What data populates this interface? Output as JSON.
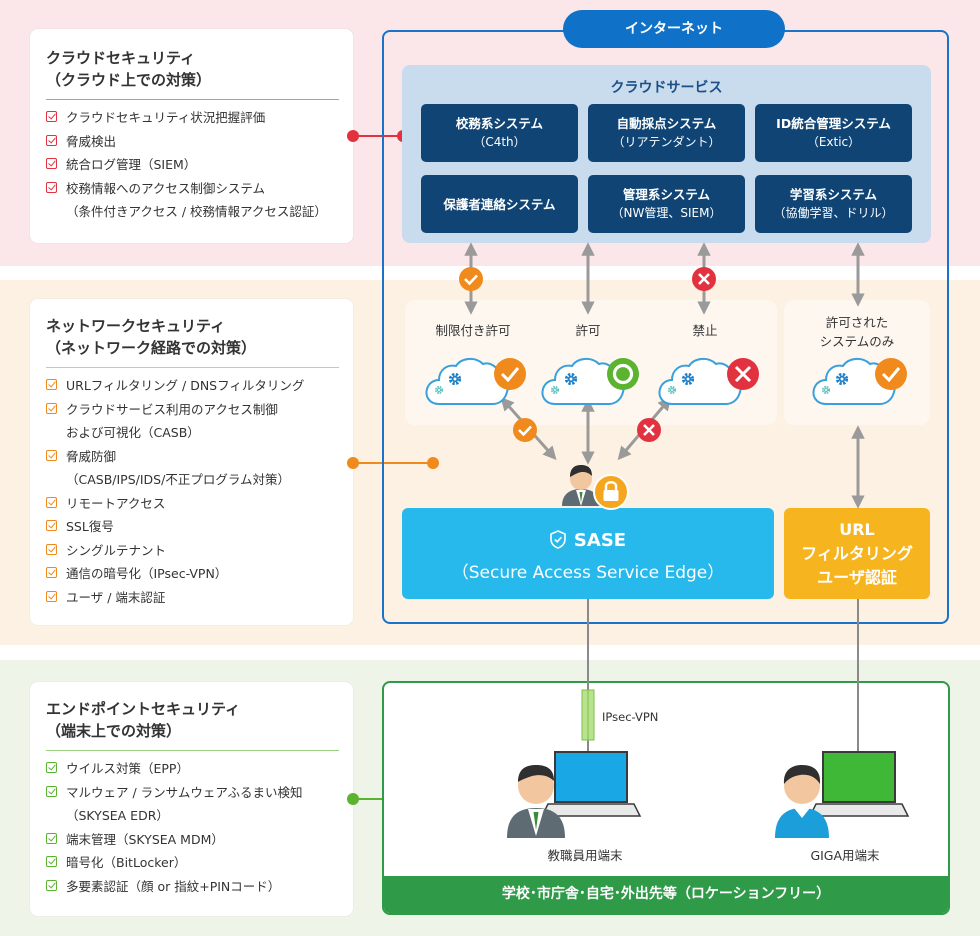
{
  "colors": {
    "red": "#e2323f",
    "orange": "#f08a1c",
    "green": "#5bb330",
    "blue": "#0f72c8",
    "navy": "#0f4475",
    "cyan": "#27b8ec",
    "yellow": "#f6b41f"
  },
  "cards": {
    "cloud": {
      "title1": "クラウドセキュリティ",
      "title2": "（クラウド上での対策）",
      "items": [
        "クラウドセキュリティ状況把握評価",
        "脅威検出",
        "統合ログ管理（SIEM）",
        "校務情報へのアクセス制御システム"
      ],
      "item4_cont": "（条件付きアクセス / 校務情報アクセス認証）"
    },
    "network": {
      "title1": "ネットワークセキュリティ",
      "title2": "（ネットワーク経路での対策）",
      "items": [
        "URLフィルタリング / DNSフィルタリング",
        "クラウドサービス利用のアクセス制御",
        "脅威防御",
        "リモートアクセス",
        "SSL復号",
        "シングルテナント",
        "通信の暗号化（IPsec-VPN）",
        "ユーザ / 端末認証"
      ],
      "item2_cont": "および可視化（CASB）",
      "item3_cont": "（CASB/IPS/IDS/不正プログラム対策）"
    },
    "endpoint": {
      "title1": "エンドポイントセキュリティ",
      "title2": "（端末上での対策）",
      "items": [
        "ウイルス対策（EPP）",
        "マルウェア / ランサムウェアふるまい検知",
        "端末管理（SKYSEA MDM）",
        "暗号化（BitLocker）",
        "多要素認証（顔 or 指紋+PINコード）"
      ],
      "item2_cont": "（SKYSEA EDR）"
    }
  },
  "internet": "インターネット",
  "cloud_services": {
    "title": "クラウドサービス",
    "systems": [
      {
        "name": "校務系システム",
        "sub": "（C4th）"
      },
      {
        "name": "自動採点システム",
        "sub": "（リアテンダント）"
      },
      {
        "name": "ID統合管理システム",
        "sub": "（Extic）"
      },
      {
        "name": "保護者連絡システム",
        "sub": ""
      },
      {
        "name": "管理系システム",
        "sub": "（NW管理、SIEM）"
      },
      {
        "name": "学習系システム",
        "sub": "（協働学習、ドリル）"
      }
    ]
  },
  "access": {
    "limited": "制限付き許可",
    "allow": "許可",
    "deny": "禁止",
    "allowed_only_1": "許可された",
    "allowed_only_2": "システムのみ"
  },
  "sase": {
    "title": "SASE",
    "subtitle": "（Secure Access Service Edge）"
  },
  "url_box": {
    "line1": "URL",
    "line2": "フィルタリング",
    "line3": "ユーザ認証"
  },
  "vpn_label": "IPsec-VPN",
  "devices": {
    "staff": "教職員用端末",
    "giga": "GIGA用端末"
  },
  "location_bar": "学校･市庁舎･自宅･外出先等（ロケーションフリー）"
}
